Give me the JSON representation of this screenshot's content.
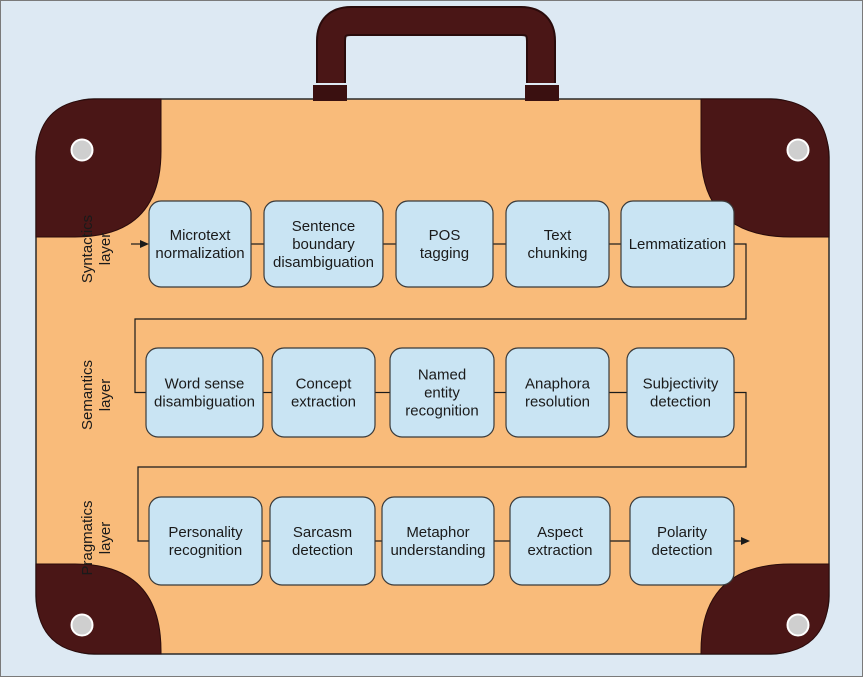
{
  "layers": [
    {
      "label": [
        "Syntactics",
        "layer"
      ],
      "steps": [
        [
          "Microtext",
          "normalization"
        ],
        [
          "Sentence",
          "boundary",
          "disambiguation"
        ],
        [
          "POS",
          "tagging"
        ],
        [
          "Text",
          "chunking"
        ],
        [
          "Lemmatization"
        ]
      ]
    },
    {
      "label": [
        "Semantics",
        "layer"
      ],
      "steps": [
        [
          "Word sense",
          "disambiguation"
        ],
        [
          "Concept",
          "extraction"
        ],
        [
          "Named",
          "entity",
          "recognition"
        ],
        [
          "Anaphora",
          "resolution"
        ],
        [
          "Subjectivity",
          "detection"
        ]
      ]
    },
    {
      "label": [
        "Pragmatics",
        "layer"
      ],
      "steps": [
        [
          "Personality",
          "recognition"
        ],
        [
          "Sarcasm",
          "detection"
        ],
        [
          "Metaphor",
          "understanding"
        ],
        [
          "Aspect",
          "extraction"
        ],
        [
          "Polarity",
          "detection"
        ]
      ]
    }
  ],
  "colors": {
    "background": "#dde9f3",
    "suitcase": "#f9bb7a",
    "corner": "#4a1616",
    "handle": "#4a1616",
    "rivet": "#cfcfcf",
    "box_fill": "#c9e4f3",
    "box_stroke": "#3a3a3a",
    "connector": "#1a1a1a"
  }
}
